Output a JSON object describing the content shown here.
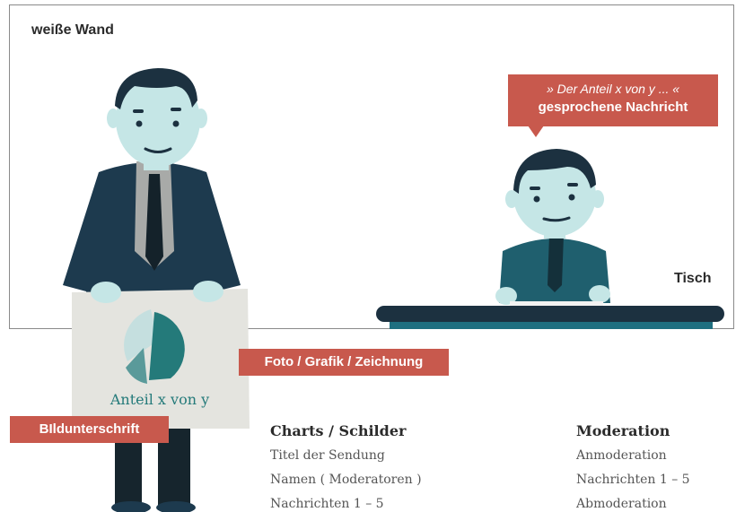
{
  "scene": {
    "wall_label": "weiße Wand",
    "table_label": "Tisch",
    "speech_quote": "» Der Anteil x von y ... «",
    "speech_title": "gesprochene Nachricht",
    "graphic_tag": "Foto / Grafik / Zeichnung",
    "caption_tag": "BIldunterschrift",
    "sign_caption": "Anteil x von y"
  },
  "columns": {
    "charts": {
      "heading": "Charts / Schilder",
      "items": [
        "Titel der Sendung",
        "Namen ( Moderatoren )",
        "Nachrichten 1 – 5"
      ]
    },
    "moderation": {
      "heading": "Moderation",
      "items": [
        "Anmoderation",
        "Nachrichten 1 – 5",
        "Abmoderation"
      ]
    }
  },
  "colors": {
    "accent": "#c8594d",
    "skin": "#c5e6e6",
    "suit": "#1d3a4e",
    "teal": "#247a7a"
  }
}
